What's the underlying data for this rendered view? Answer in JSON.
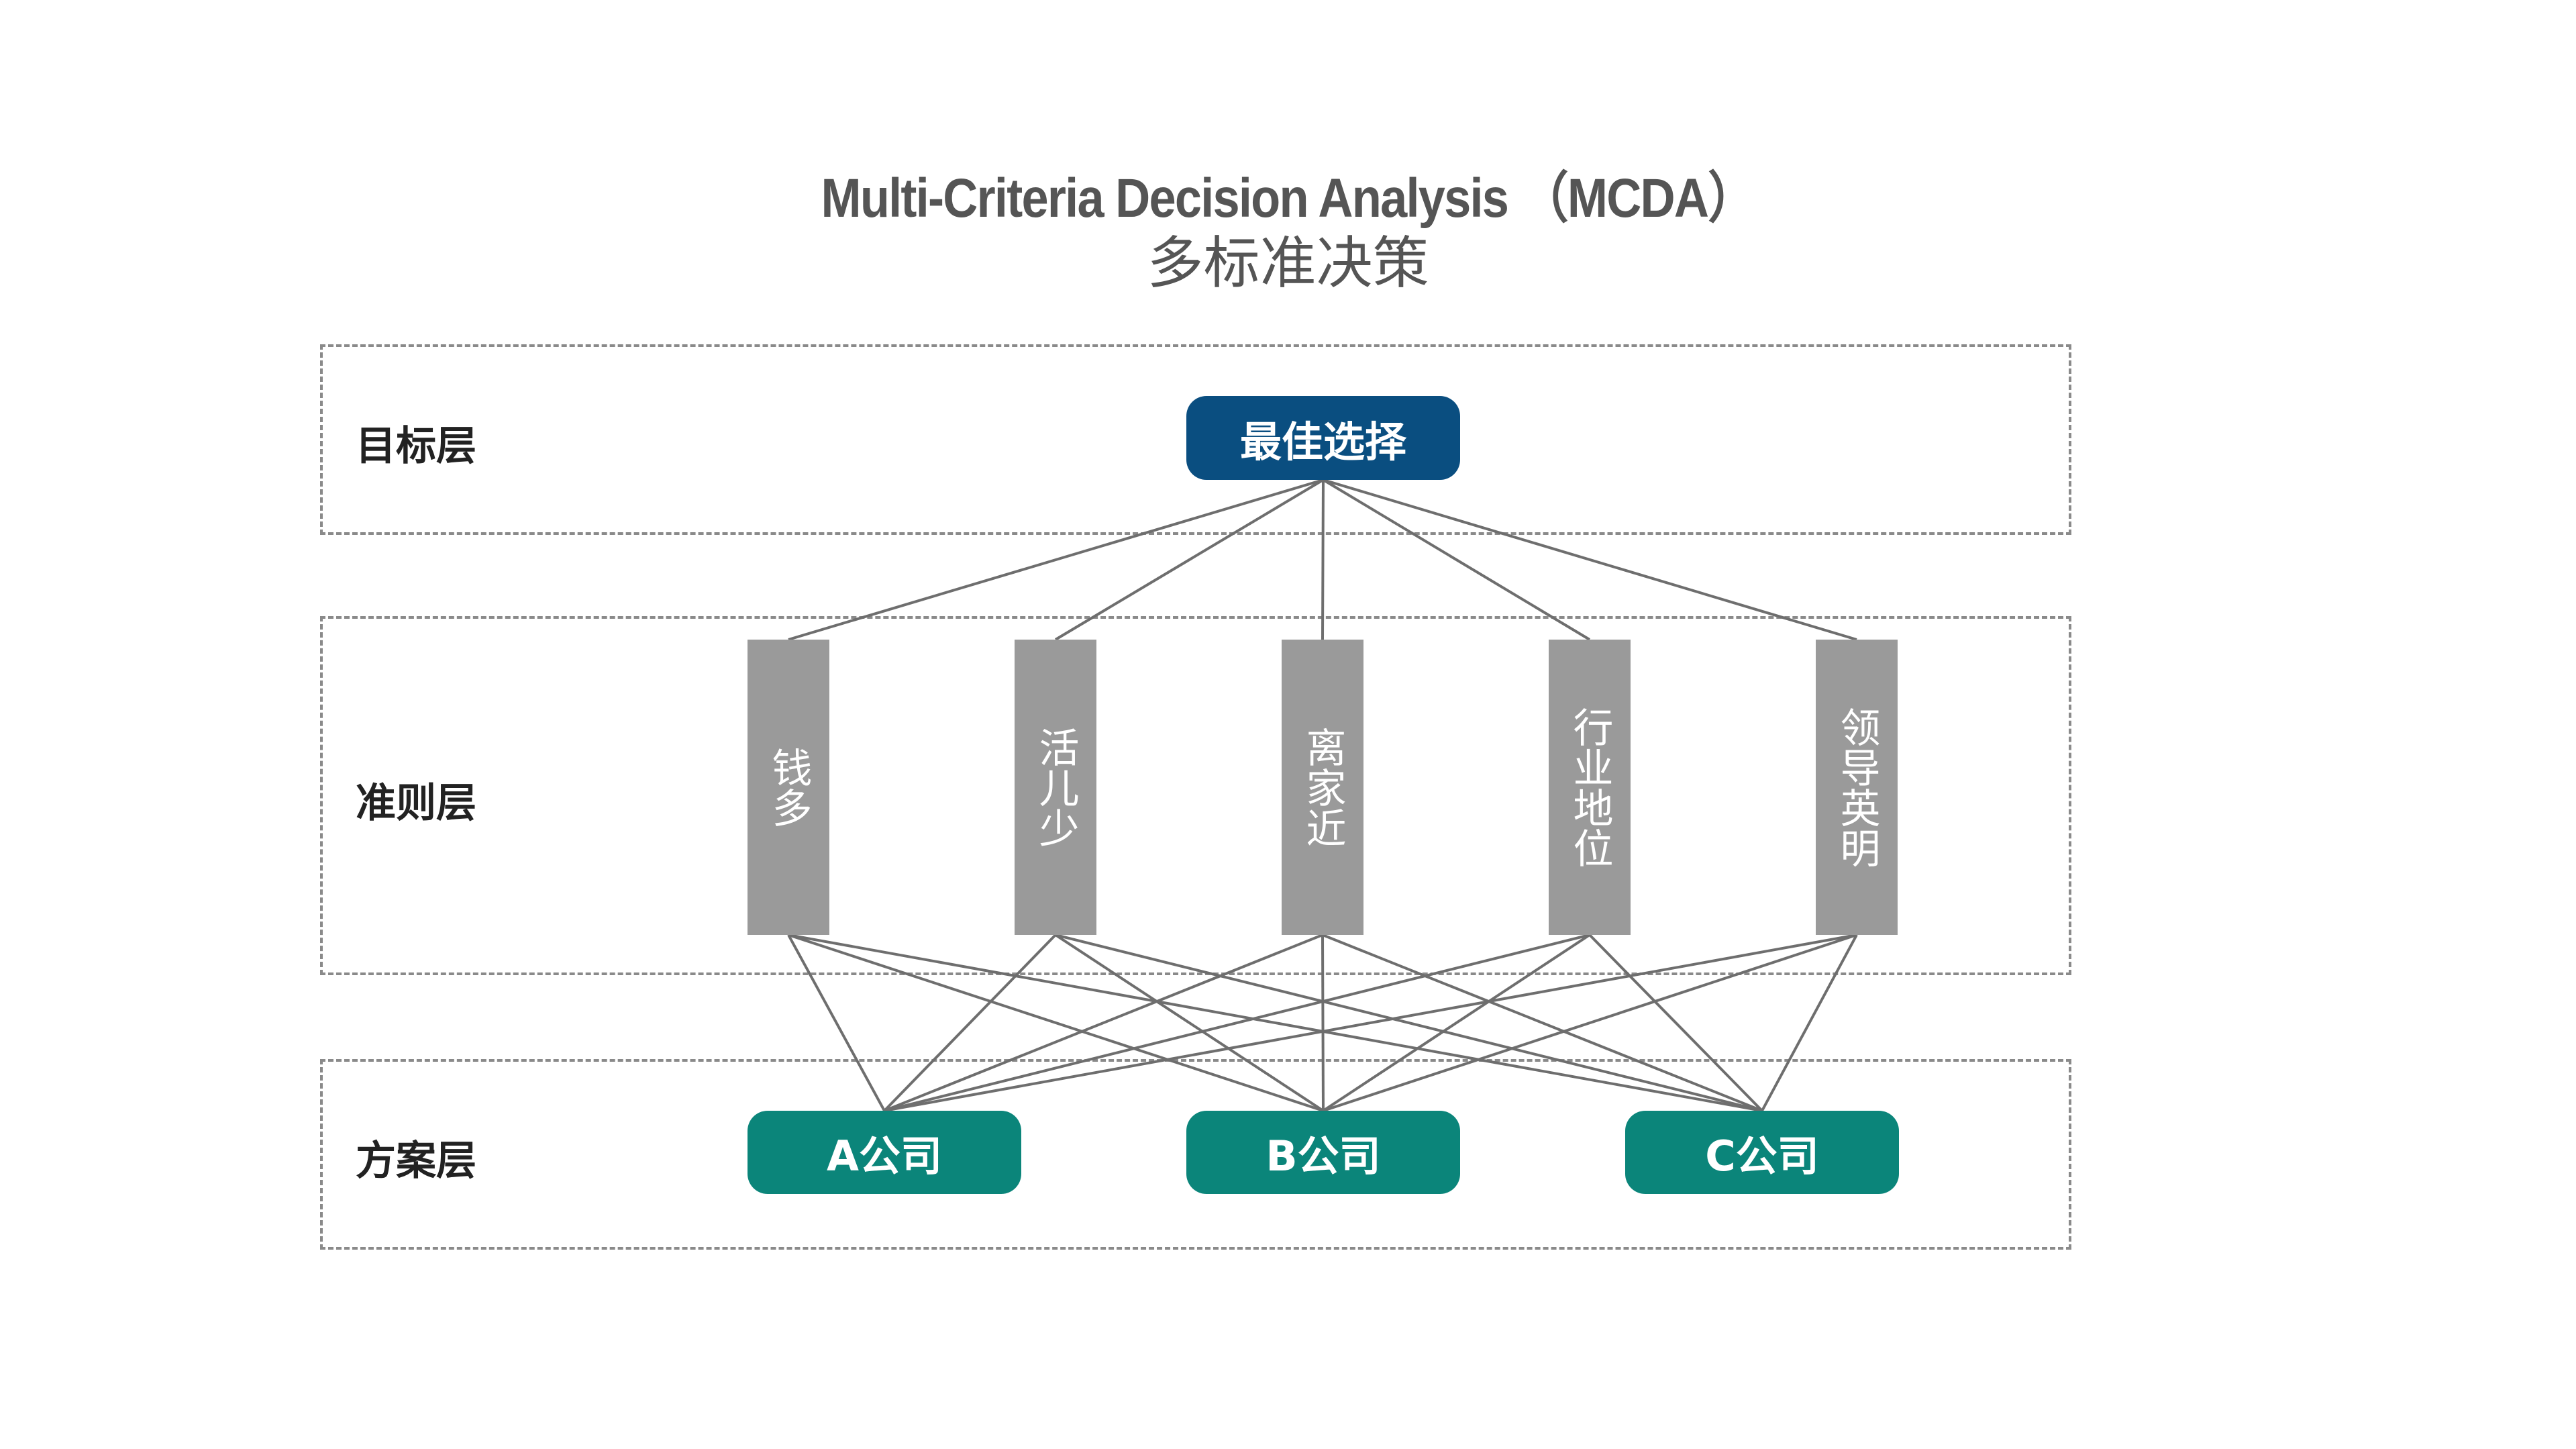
{
  "title": {
    "english": "Multi-Criteria Decision Analysis （MCDA）",
    "chinese": "多标准决策"
  },
  "layers": {
    "goal": "目标层",
    "criteria": "准则层",
    "alternatives": "方案层"
  },
  "goal_node": "最佳选择",
  "criteria": [
    "钱多",
    "活儿少",
    "离家近",
    "行业地位",
    "领导英明"
  ],
  "alternatives": [
    "A公司",
    "B公司",
    "C公司"
  ],
  "colors": {
    "goal": "#0a4e80",
    "criteria": "#9a9a9a",
    "alternatives": "#0b857a",
    "connector": "#6e6e6e",
    "dashed_border": "#8a8a8a"
  }
}
